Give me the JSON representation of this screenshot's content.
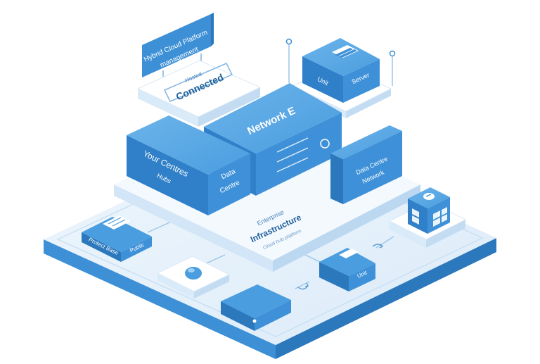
{
  "colors": {
    "background": "#ffffff",
    "platform_top": "#e7f2fb",
    "platform_side": "#3d90d6",
    "tier_top": "#f3f8fd",
    "tier_side": "#cfe4f6",
    "box_top": "#5aa8e4",
    "box_left": "#2f80c8",
    "box_right": "#3e91d8",
    "label_text": "#1f5f98",
    "white_text": "#ffffff",
    "connector": "#9cc6ea"
  },
  "labels": {
    "top_banner_line1": "Hybrid Cloud Platform",
    "top_banner_line2": "management",
    "card_upper": "Hosted",
    "card_main": "Connected",
    "central_box": "Network E",
    "left_box_line1": "Your Centres",
    "left_box_line2": "Hubs",
    "left_box_front1": "Data",
    "left_box_front2": "Centre",
    "right_top_box": "Server",
    "right_box_line1": "Data Centre",
    "right_box_line2": "Network",
    "center_panel_line1": "Enterprise",
    "center_panel_line2": "Infrastructure",
    "center_panel_line3": "Cloud hub platform",
    "bottom_left_box_line1": "Protect Base",
    "bottom_left_box_line2": "Public",
    "bottom_mid_box": "Unit",
    "icon_card_right": "",
    "chip_bottom": ""
  },
  "icons": {
    "server_stack": "server-stack-icon",
    "rack": "rack-icon",
    "cloud_sync": "cloud-sync-icon",
    "cpu_chip": "cpu-chip-icon",
    "globe": "globe-icon",
    "arrow": "arrow-icon",
    "connector_pin": "connector-pin-icon"
  }
}
